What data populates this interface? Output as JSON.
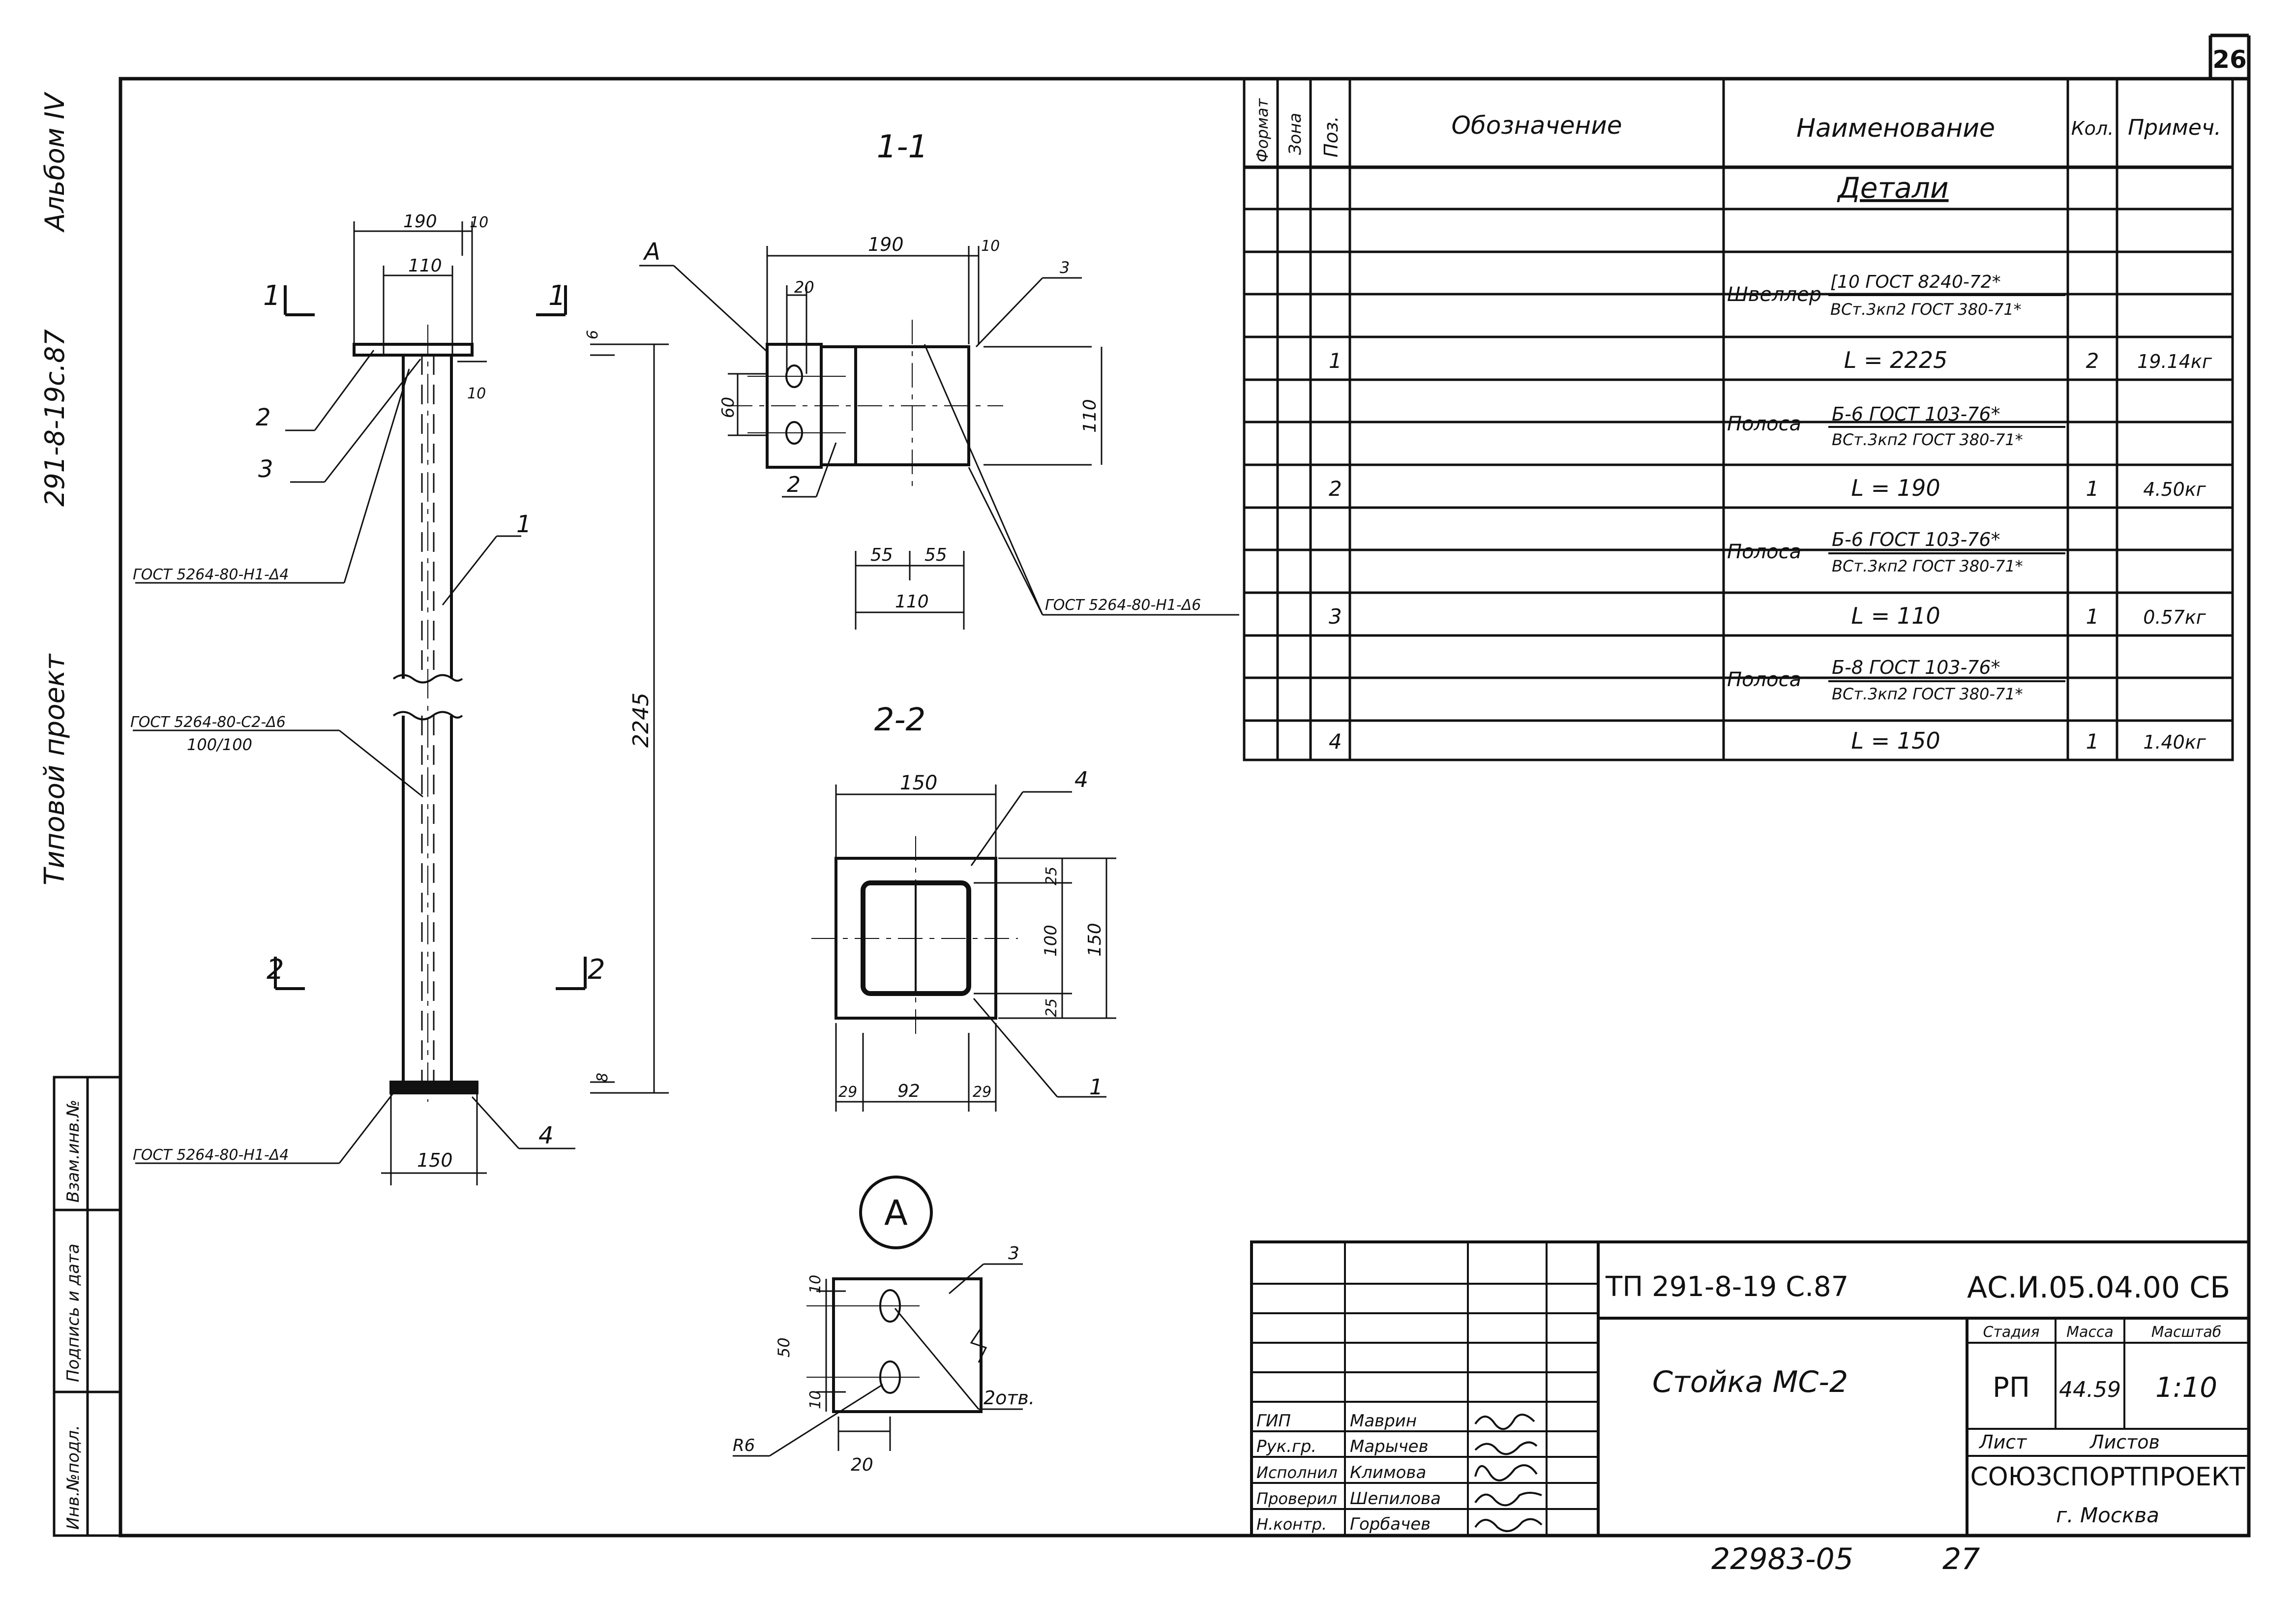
{
  "sheet": {
    "page_number": "26",
    "doc_code": "ТП 291-8-19 С.87",
    "doc_designation": "АС.И.05.04.00 СБ",
    "title": "Стойка  МС-2",
    "stage_header": "Стадия",
    "mass_header": "Масса",
    "scale_header": "Масштаб",
    "stage": "РП",
    "mass": "44.59",
    "scale": "1:10",
    "sheet_label": "Лист",
    "sheets_label": "Листов",
    "org": "СОЮЗСПОРТПРОЕКТ",
    "city": "г. Москва",
    "bottom_code": "22983-05",
    "bottom_page": "27"
  },
  "side": {
    "album": "Альбом IV",
    "series": "291-8-19с.87",
    "project": "Типовой проект",
    "stamp": [
      "Инв.№подл.",
      "Подпись и дата",
      "Взам.инв.№"
    ]
  },
  "signatures": [
    {
      "role": "ГИП",
      "name": "Маврин"
    },
    {
      "role": "Рук.гр.",
      "name": "Марычев"
    },
    {
      "role": "Исполнил",
      "name": "Климова"
    },
    {
      "role": "Проверил",
      "name": "Шепилова"
    },
    {
      "role": "Н.контр.",
      "name": "Горбачев"
    }
  ],
  "spec": {
    "headers": [
      "Формат",
      "Зона",
      "Поз.",
      "Обозначение",
      "Наименование",
      "Кол.",
      "Примеч."
    ],
    "section": "Детали",
    "rows": [
      {
        "kind": "profile",
        "name": "Швеллер",
        "top": "[10  ГОСТ 8240-72*",
        "bottom": "ВСт.3кп2 ГОСТ 380-71*"
      },
      {
        "kind": "item",
        "pos": "1",
        "name": "L = 2225",
        "qty": "2",
        "note": "19.14кг"
      },
      {
        "kind": "profile",
        "name": "Полоса",
        "top": "Б-6  ГОСТ 103-76*",
        "bottom": "ВСт.3кп2 ГОСТ 380-71*"
      },
      {
        "kind": "item",
        "pos": "2",
        "name": "L = 190",
        "qty": "1",
        "note": "4.50кг"
      },
      {
        "kind": "profile",
        "name": "Полоса",
        "top": "Б-6  ГОСТ 103-76*",
        "bottom": "ВСт.3кп2 ГОСТ 380-71*"
      },
      {
        "kind": "item",
        "pos": "3",
        "name": "L = 110",
        "qty": "1",
        "note": "0.57кг"
      },
      {
        "kind": "profile",
        "name": "Полоса",
        "top": "Б-8  ГОСТ 103-76*",
        "bottom": "ВСт.3кп2 ГОСТ 380-71*"
      },
      {
        "kind": "item",
        "pos": "4",
        "name": "L = 150",
        "qty": "1",
        "note": "1.40кг"
      }
    ]
  },
  "drawing": {
    "sec11_title": "1-1",
    "sec22_title": "2-2",
    "detail_label": "A",
    "weld_top": "ГОСТ 5264-80-Н1-Δ4",
    "weld_mid": "ГОСТ 5264-80-С2-Δ6",
    "weld_mid2": "100/100",
    "weld_bot": "ГОСТ 5264-80-Н1-Δ4",
    "weld_11": "ГОСТ 5264-80-Н1-Δ6",
    "cut1": "1",
    "cut2": "2",
    "pos1": "1",
    "pos2": "2",
    "pos3": "3",
    "pos4": "4",
    "dim_190": "190",
    "dim_10": "10",
    "dim_110": "110",
    "dim_6": "6",
    "dim_2245": "2245",
    "dim_150": "150",
    "dim_8": "8",
    "dim_20": "20",
    "dim_60": "60",
    "dim_55a": "55",
    "dim_55b": "55",
    "dim_100": "100",
    "dim_25a": "25",
    "dim_25b": "25",
    "dim_29a": "29",
    "dim_92": "92",
    "dim_29b": "29",
    "dim_50": "50",
    "dim_R6": "R6",
    "holes": "2отв."
  }
}
